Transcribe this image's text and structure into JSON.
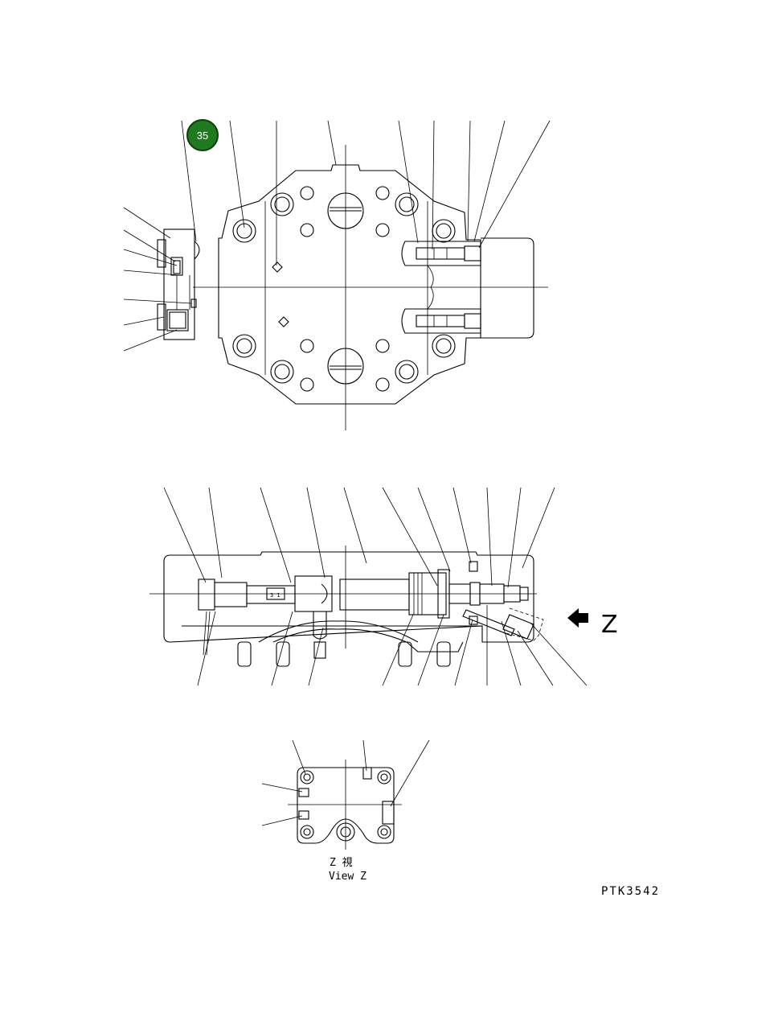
{
  "callout": {
    "number": "35",
    "fill": "#1f7a1f",
    "ring": "#0c3d0c",
    "text_color": "#ffffff"
  },
  "view_label_letter": "Z",
  "view_caption_jp": "Z 視",
  "view_caption_en": "View Z",
  "drawing_code": "PTK3542",
  "arrow_icon": "filled-left-arrow"
}
